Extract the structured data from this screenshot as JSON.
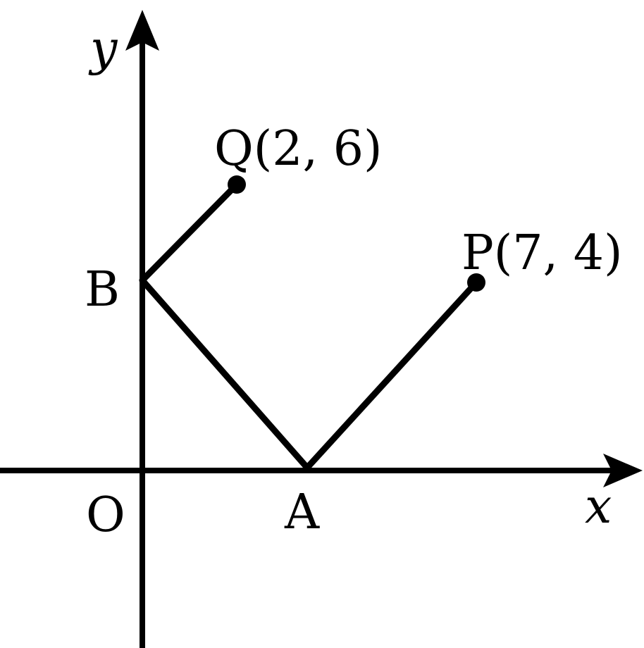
{
  "diagram": {
    "axes": {
      "x_label": "x",
      "y_label": "y",
      "origin_label": "O"
    },
    "points": {
      "A": {
        "label": "A"
      },
      "B": {
        "label": "B"
      },
      "Q": {
        "label": "Q(2, 6)",
        "x": 2,
        "y": 6
      },
      "P": {
        "label": "P(7, 4)",
        "x": 7,
        "y": 4
      }
    },
    "segments": [
      [
        "Q",
        "B"
      ],
      [
        "B",
        "A"
      ],
      [
        "A",
        "P"
      ]
    ],
    "colors": {
      "ink": "#000000",
      "background": "#ffffff"
    }
  }
}
